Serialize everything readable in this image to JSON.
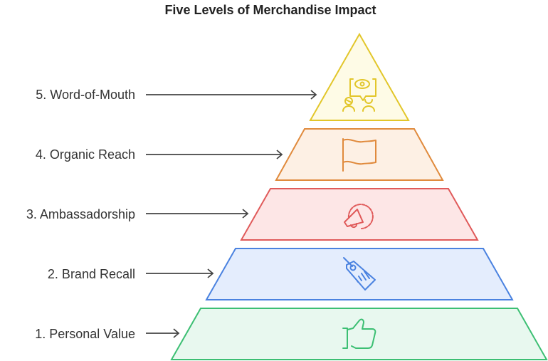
{
  "title": "Five Levels of Merchandise Impact",
  "levels": [
    {
      "label": "5. Word-of-Mouth",
      "icon": "eye-speech-people-icon",
      "fill": "#fefbe6",
      "stroke": "#e2c62a"
    },
    {
      "label": "4. Organic Reach",
      "icon": "flag-icon",
      "fill": "#fdf0e4",
      "stroke": "#e08a3c"
    },
    {
      "label": "3. Ambassadorship",
      "icon": "megaphone-badge-icon",
      "fill": "#fde6e6",
      "stroke": "#e05a5a"
    },
    {
      "label": "2. Brand Recall",
      "icon": "price-tag-icon",
      "fill": "#e4edfd",
      "stroke": "#4a82e0"
    },
    {
      "label": "1. Personal Value",
      "icon": "thumbs-up-icon",
      "fill": "#e8f8ef",
      "stroke": "#3cbf73"
    }
  ]
}
